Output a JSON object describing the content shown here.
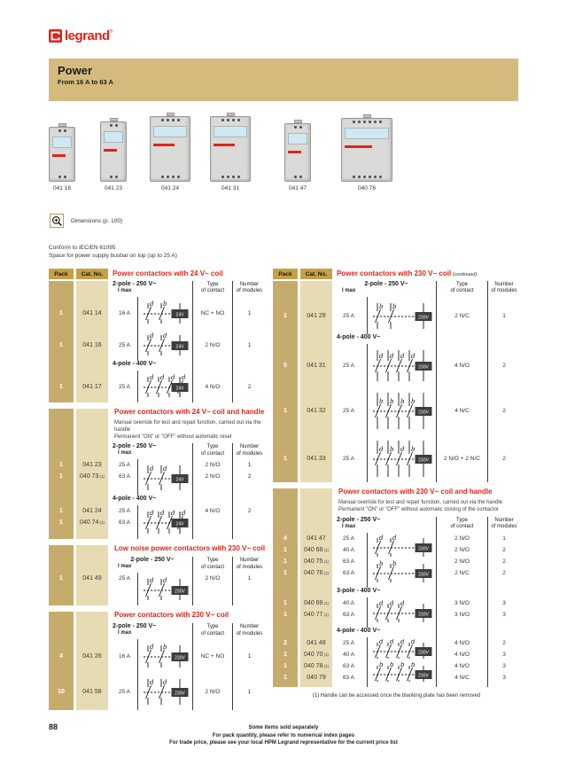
{
  "brand": {
    "name": "legrand",
    "reg": "®"
  },
  "banner": {
    "title": "Power",
    "subtitle": "From 16 A to 63 A"
  },
  "products": {
    "dimensions_note": "Dimensions (p. 100)",
    "items": [
      {
        "ref": "041 16",
        "modules": 1
      },
      {
        "ref": "041 23",
        "modules": 1
      },
      {
        "ref": "041 24",
        "modules": 2
      },
      {
        "ref": "041 31",
        "modules": 2
      },
      {
        "ref": "041 47",
        "modules": 1
      },
      {
        "ref": "040 78",
        "modules": 3
      }
    ]
  },
  "conformity_lines": [
    "Conform to IEC/EN 61095",
    "Space for power supply busbar on top (up to 25 A)"
  ],
  "table_labels": {
    "pack": "Pack",
    "cat_no": "Cat. No.",
    "imax": "I max",
    "type_of_contact": [
      "Type",
      "of contact"
    ],
    "number_of_modules": [
      "Number",
      "of modules"
    ]
  },
  "colors": {
    "brand_red": "#e2231a",
    "banner_gold": "#d4ba7d",
    "pack_strip": "#c6ac6c",
    "cat_strip": "#e6dbb2",
    "header_gold": "#c6a045"
  },
  "columns": [
    {
      "sections": [
        {
          "header_row": true,
          "title": "Power contactors with 24 V~ coil",
          "groups": [
            {
              "subhead": "2-pole - 250 V~",
              "show_imax": true,
              "colheads": true,
              "rows": [
                {
                  "pack": "1",
                  "cat": "041 14",
                  "imax": "16 A",
                  "h": 36,
                  "diagram": {
                    "contacts": [
                      "d",
                      "b"
                    ],
                    "coil": "24V"
                  },
                  "type": "NC + NO",
                  "mod": "1"
                },
                {
                  "pack": "1",
                  "cat": "041 16",
                  "imax": "25 A",
                  "h": 36,
                  "diagram": {
                    "contacts": [
                      "d",
                      "d"
                    ],
                    "coil": "24V"
                  },
                  "type": "2 N/O",
                  "mod": "1"
                }
              ]
            },
            {
              "subhead": "4-pole - 400 V~",
              "rows": [
                {
                  "pack": "1",
                  "cat": "041 17",
                  "imax": "25 A",
                  "h": 36,
                  "diagram": {
                    "contacts": [
                      "d",
                      "d",
                      "d",
                      "d"
                    ],
                    "coil": "24V"
                  },
                  "type": "4 N/O",
                  "mod": "2"
                }
              ]
            }
          ]
        },
        {
          "title": "Power contactors with 24 V~ coil and handle",
          "description": [
            "Manual override for test and repair function, carried out via the handle",
            "Permanent \"ON\" or \"OFF\" without automatic reset"
          ],
          "groups": [
            {
              "subhead": "2-pole - 250 V~",
              "show_imax": true,
              "colheads": true,
              "shared": [
                {
                  "contacts": [
                    "d",
                    "d"
                  ],
                  "coil": "24V"
                }
              ],
              "filler": 15,
              "rows": [
                {
                  "pack": "1",
                  "cat": "041 23",
                  "imax": "25 A",
                  "type": "2 N/O",
                  "mod": "1"
                },
                {
                  "pack": "1",
                  "cat": "040 73",
                  "sup": "(1)",
                  "imax": "63 A",
                  "type": "2 N/O",
                  "mod": "2"
                }
              ]
            },
            {
              "subhead": "4-pole - 400 V~",
              "shared": [
                {
                  "contacts": [
                    "d",
                    "d",
                    "d",
                    "d"
                  ],
                  "coil": "24V"
                }
              ],
              "filler": 12,
              "rows": [
                {
                  "pack": "1",
                  "cat": "041 24",
                  "imax": "25 A",
                  "type": "4 N/O",
                  "mod": "2"
                },
                {
                  "pack": "1",
                  "cat": "040 74",
                  "sup": "(1)",
                  "imax": "63 A",
                  "type": "",
                  "mod": ""
                }
              ]
            }
          ]
        },
        {
          "title": "Low noise power contactors with 230 V~ coil",
          "groups": [
            {
              "subhead": "2-pole - 250 V~",
              "center": true,
              "show_imax": true,
              "colheads": true,
              "shared": [
                {
                  "contacts": [
                    "d",
                    "d"
                  ],
                  "coil": "230V"
                }
              ],
              "filler": 24,
              "rows": [
                {
                  "pack": "1",
                  "cat": "041 49",
                  "imax": "25 A",
                  "type": "2 N/O",
                  "mod": "1"
                }
              ]
            }
          ]
        },
        {
          "title": "Power contactors with 230 V~ coil",
          "groups": [
            {
              "subhead": "2-pole - 250 V~",
              "show_imax": true,
              "colheads": true,
              "rows": [
                {
                  "pack": "4",
                  "cat": "041 26",
                  "imax": "16 A",
                  "h": 38,
                  "diagram": {
                    "contacts": [
                      "d",
                      "b"
                    ],
                    "coil": "230V"
                  },
                  "type": "NC + NO",
                  "mod": "1"
                },
                {
                  "pack": "10",
                  "cat": "041 58",
                  "imax": "25 A",
                  "h": 42,
                  "diagram": {
                    "contacts": [
                      "d",
                      "d"
                    ],
                    "coil": "230V"
                  },
                  "type": "2 N/O",
                  "mod": "1"
                }
              ]
            }
          ]
        }
      ]
    },
    {
      "sections": [
        {
          "header_row": true,
          "title": "Power contactors with 230 V~ coil",
          "title_suffix": "(continued)",
          "groups": [
            {
              "subhead": "2-pole - 250 V~",
              "center": true,
              "show_imax": true,
              "colheads": true,
              "rows": [
                {
                  "pack": "1",
                  "cat": "041 29",
                  "imax": "25 A",
                  "h": 42,
                  "diagram": {
                    "contacts": [
                      "b",
                      "b"
                    ],
                    "coil": "230V"
                  },
                  "type": "2 N/C",
                  "mod": "1"
                }
              ]
            },
            {
              "subhead": "4-pole - 400 V~",
              "rows": [
                {
                  "pack": "5",
                  "cat": "041 31",
                  "imax": "25 A",
                  "h": 48,
                  "diagram": {
                    "contacts": [
                      "d",
                      "d",
                      "d",
                      "d"
                    ],
                    "coil": "230V"
                  },
                  "type": "4 N/O",
                  "mod": "2"
                },
                {
                  "pack": "1",
                  "cat": "041 32",
                  "imax": "25 A",
                  "h": 54,
                  "diagram": {
                    "contacts": [
                      "b",
                      "b",
                      "b",
                      "b"
                    ],
                    "coil": "230V"
                  },
                  "type": "4 N/C",
                  "mod": "2"
                },
                {
                  "pack": "1",
                  "cat": "041 33",
                  "imax": "25 A",
                  "h": 54,
                  "diagram": {
                    "contacts": [
                      "d",
                      "b",
                      "d",
                      "b"
                    ],
                    "coil": "230V"
                  },
                  "type": "2 N/O + 2 N/C",
                  "mod": "2"
                }
              ]
            }
          ]
        },
        {
          "title": "Power contactors with 230 V~ coil and handle",
          "description": [
            "Manual override for test and repair function, carried out via the handle",
            "Permanent \"ON\" or \"OFF\" without automatic closing of the contactor"
          ],
          "groups": [
            {
              "subhead": "2-pole - 250 V~",
              "show_imax": true,
              "colheads": true,
              "shared": [
                {
                  "contacts": [
                    "d",
                    "d"
                  ],
                  "coil": "230V"
                },
                {
                  "contacts": [
                    "b",
                    "b"
                  ],
                  "coil": "230V"
                }
              ],
              "filler": 10,
              "rows": [
                {
                  "pack": "4",
                  "cat": "041 47",
                  "imax": "25 A",
                  "type": "2 N/O",
                  "mod": "1"
                },
                {
                  "pack": "1",
                  "cat": "040 68",
                  "sup": "(1)",
                  "imax": "40 A",
                  "type": "2 N/O",
                  "mod": "2"
                },
                {
                  "pack": "1",
                  "cat": "040 75",
                  "sup": "(1)",
                  "imax": "63 A",
                  "type": "2 N/O",
                  "mod": "2"
                },
                {
                  "pack": "1",
                  "cat": "040 76",
                  "sup": "(1)",
                  "imax": "63 A",
                  "type": "2 N/C",
                  "mod": "2"
                }
              ]
            },
            {
              "subhead": "3-pole - 400 V~",
              "shared": [
                {
                  "contacts": [
                    "d",
                    "d",
                    "d"
                  ],
                  "coil": "230V"
                }
              ],
              "filler": 8,
              "rows": [
                {
                  "pack": "1",
                  "cat": "040 69",
                  "sup": "(1)",
                  "imax": "40 A",
                  "type": "3 N/O",
                  "mod": "3"
                },
                {
                  "pack": "1",
                  "cat": "040 77",
                  "sup": "(1)",
                  "imax": "63 A",
                  "type": "3 N/O",
                  "mod": "3"
                }
              ]
            },
            {
              "subhead": "4-pole - 400 V~",
              "shared": [
                {
                  "contacts": [
                    "d",
                    "d",
                    "d",
                    "d"
                  ],
                  "coil": "230V"
                },
                {
                  "contacts": [
                    "b",
                    "b",
                    "b",
                    "b"
                  ],
                  "coil": "230V"
                }
              ],
              "filler": 4,
              "rows": [
                {
                  "pack": "2",
                  "cat": "041 48",
                  "imax": "25 A",
                  "type": "4 N/O",
                  "mod": "2"
                },
                {
                  "pack": "1",
                  "cat": "040 70",
                  "sup": "(1)",
                  "imax": "40 A",
                  "type": "4 N/O",
                  "mod": "3"
                },
                {
                  "pack": "1",
                  "cat": "040 78",
                  "sup": "(1)",
                  "imax": "63 A",
                  "type": "4 N/O",
                  "mod": "3"
                },
                {
                  "pack": "1",
                  "cat": "040 79",
                  "imax": "63 A",
                  "type": "4 N/C",
                  "mod": "3"
                }
              ]
            }
          ]
        }
      ]
    }
  ],
  "footnote": "(1) Handle can be accessed once the blanking plate has been removed",
  "footer": {
    "page_number": "88",
    "lines": [
      "Some items sold separately",
      "For pack quantity, please refer to numerical index pages",
      "For trade price, please see your local HPM Legrand representative for the current price list"
    ]
  }
}
